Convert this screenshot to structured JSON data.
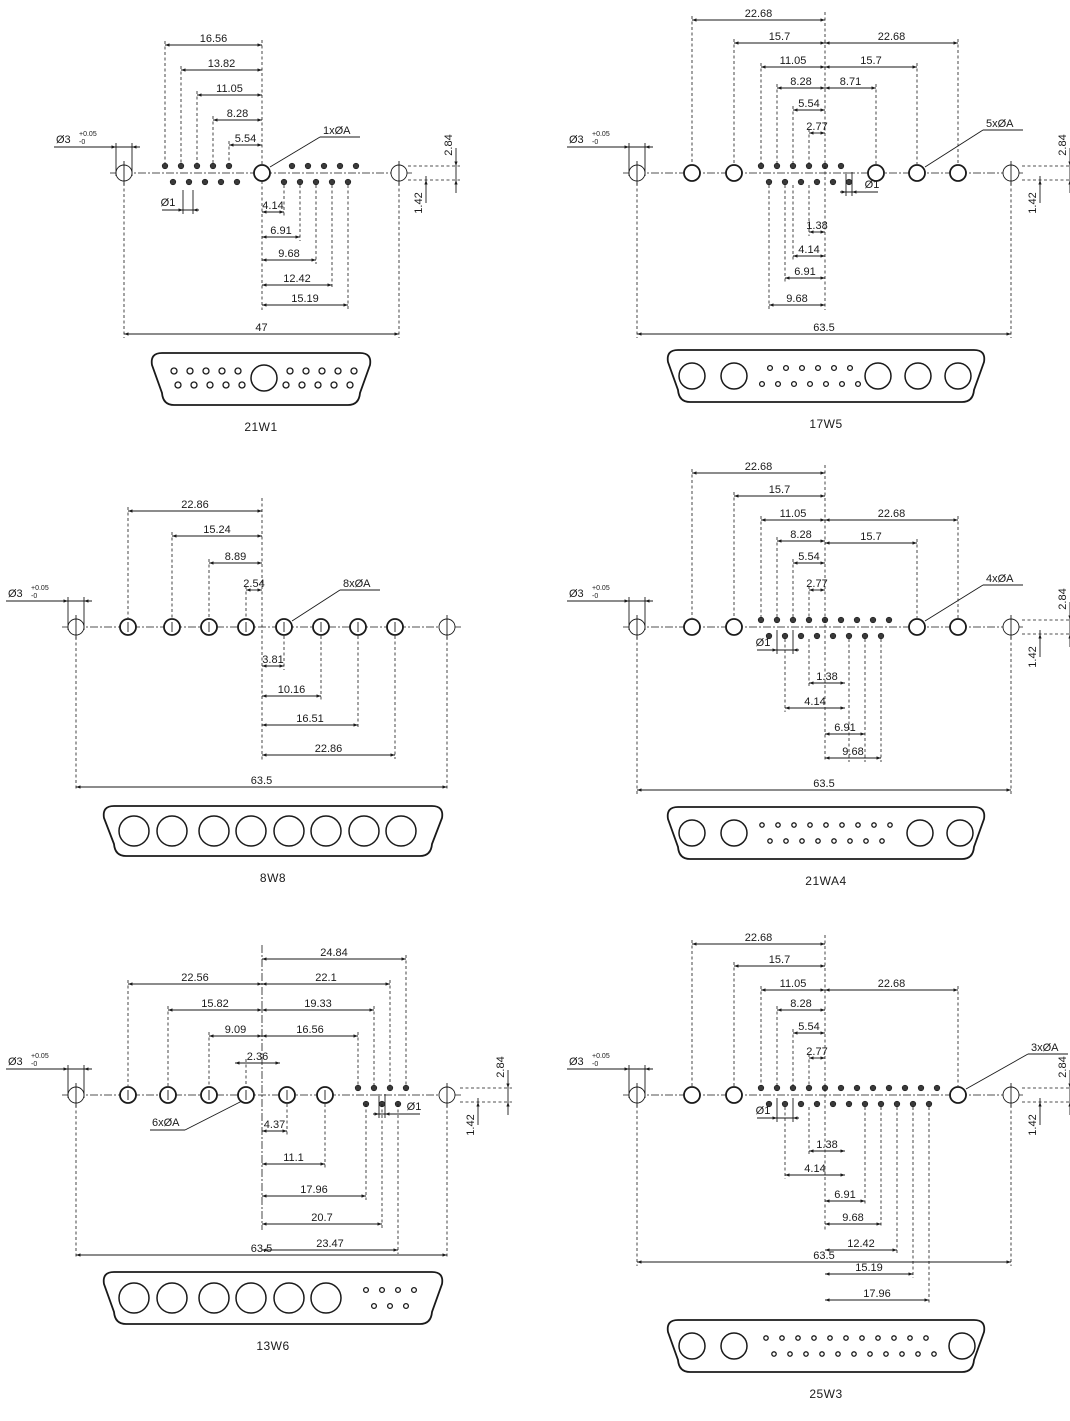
{
  "tolerance": {
    "upper": "+0.05",
    "lower": "-0"
  },
  "drawings": [
    {
      "id": "21W1",
      "caption": "21W1",
      "mount_label": "Ø3",
      "pin_label": "1xØA",
      "sig_label": "Ø1",
      "top_dims": [
        "16.56",
        "13.82",
        "11.05",
        "8.28",
        "5.54"
      ],
      "bottom_dims": [
        "4.14",
        "6.91",
        "9.68",
        "12.42",
        "15.19"
      ],
      "overall": "47",
      "row_pitch": "2.84",
      "row_half": "1.42"
    },
    {
      "id": "17W5",
      "caption": "17W5",
      "mount_label": "Ø3",
      "pin_label": "5xØA",
      "sig_label": "Ø1",
      "left_dims": [
        "22.68",
        "15.7",
        "11.05",
        "8.28",
        "5.54",
        "2.77"
      ],
      "right_dims": [
        "22.68",
        "15.7",
        "8.71"
      ],
      "bottom_dims": [
        "1.38",
        "4.14",
        "6.91",
        "9.68"
      ],
      "overall": "63.5",
      "row_pitch": "2.84",
      "row_half": "1.42"
    },
    {
      "id": "8W8",
      "caption": "8W8",
      "mount_label": "Ø3",
      "pin_label": "8xØA",
      "top_dims": [
        "22.86",
        "15.24",
        "8.89",
        "2.54"
      ],
      "bottom_dims": [
        "3.81",
        "10.16",
        "16.51",
        "22.86"
      ],
      "overall": "63.5"
    },
    {
      "id": "21WA4",
      "caption": "21WA4",
      "mount_label": "Ø3",
      "pin_label": "4xØA",
      "sig_label": "Ø1",
      "left_dims": [
        "22.68",
        "15.7",
        "11.05",
        "8.28",
        "5.54",
        "2.77"
      ],
      "right_dims": [
        "22.68",
        "15.7"
      ],
      "bottom_dims": [
        "1.38",
        "4.14",
        "6.91",
        "9.68"
      ],
      "overall": "63.5",
      "row_pitch": "2.84",
      "row_half": "1.42"
    },
    {
      "id": "13W6",
      "caption": "13W6",
      "mount_label": "Ø3",
      "pin_label": "6xØA",
      "sig_label": "Ø1",
      "left_dims": [
        "22.56",
        "15.82",
        "9.09"
      ],
      "right_dims": [
        "24.84",
        "22.1",
        "19.33",
        "16.56",
        "2.36"
      ],
      "bottom_dims": [
        "4.37",
        "11.1",
        "17.96",
        "20.7",
        "23.47"
      ],
      "overall": "63.5",
      "row_pitch": "2.84",
      "row_half": "1.42"
    },
    {
      "id": "25W3",
      "caption": "25W3",
      "mount_label": "Ø3",
      "pin_label": "3xØA",
      "sig_label": "Ø1",
      "left_dims": [
        "22.68",
        "15.7",
        "11.05",
        "8.28",
        "5.54",
        "2.77"
      ],
      "right_dims": [
        "22.68"
      ],
      "bottom_dims": [
        "1.38",
        "4.14",
        "6.91",
        "9.68",
        "12.42",
        "15.19",
        "17.96"
      ],
      "overall": "63.5",
      "row_pitch": "2.84",
      "row_half": "1.42"
    }
  ]
}
